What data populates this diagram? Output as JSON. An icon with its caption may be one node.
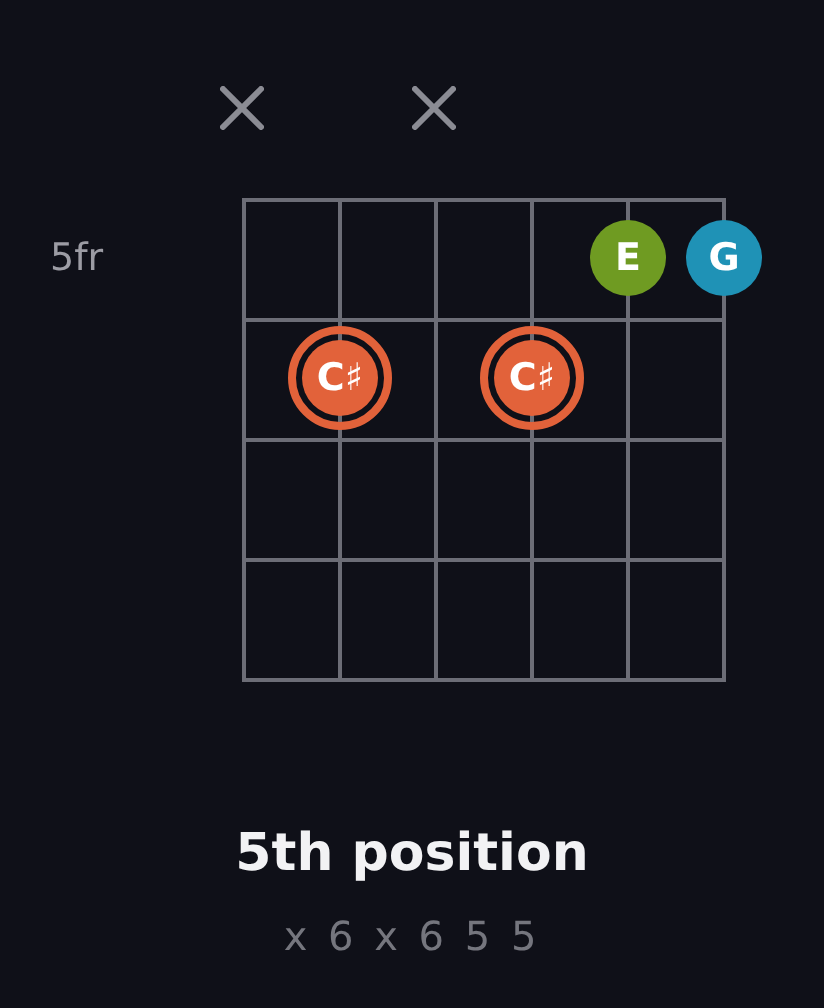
{
  "diagram": {
    "title": "5th position",
    "nodes": [
      {
        "text": [
          "E"
        ]
      },
      {
        "text": [
          "G"
        ]
      },
      {
        "text": [
          "C♯"
        ]
      },
      {
        "text": [
          "C♯"
        ]
      }
    ],
    "labels": [
      "5fr",
      "x 6 x 6 5 5"
    ]
  }
}
